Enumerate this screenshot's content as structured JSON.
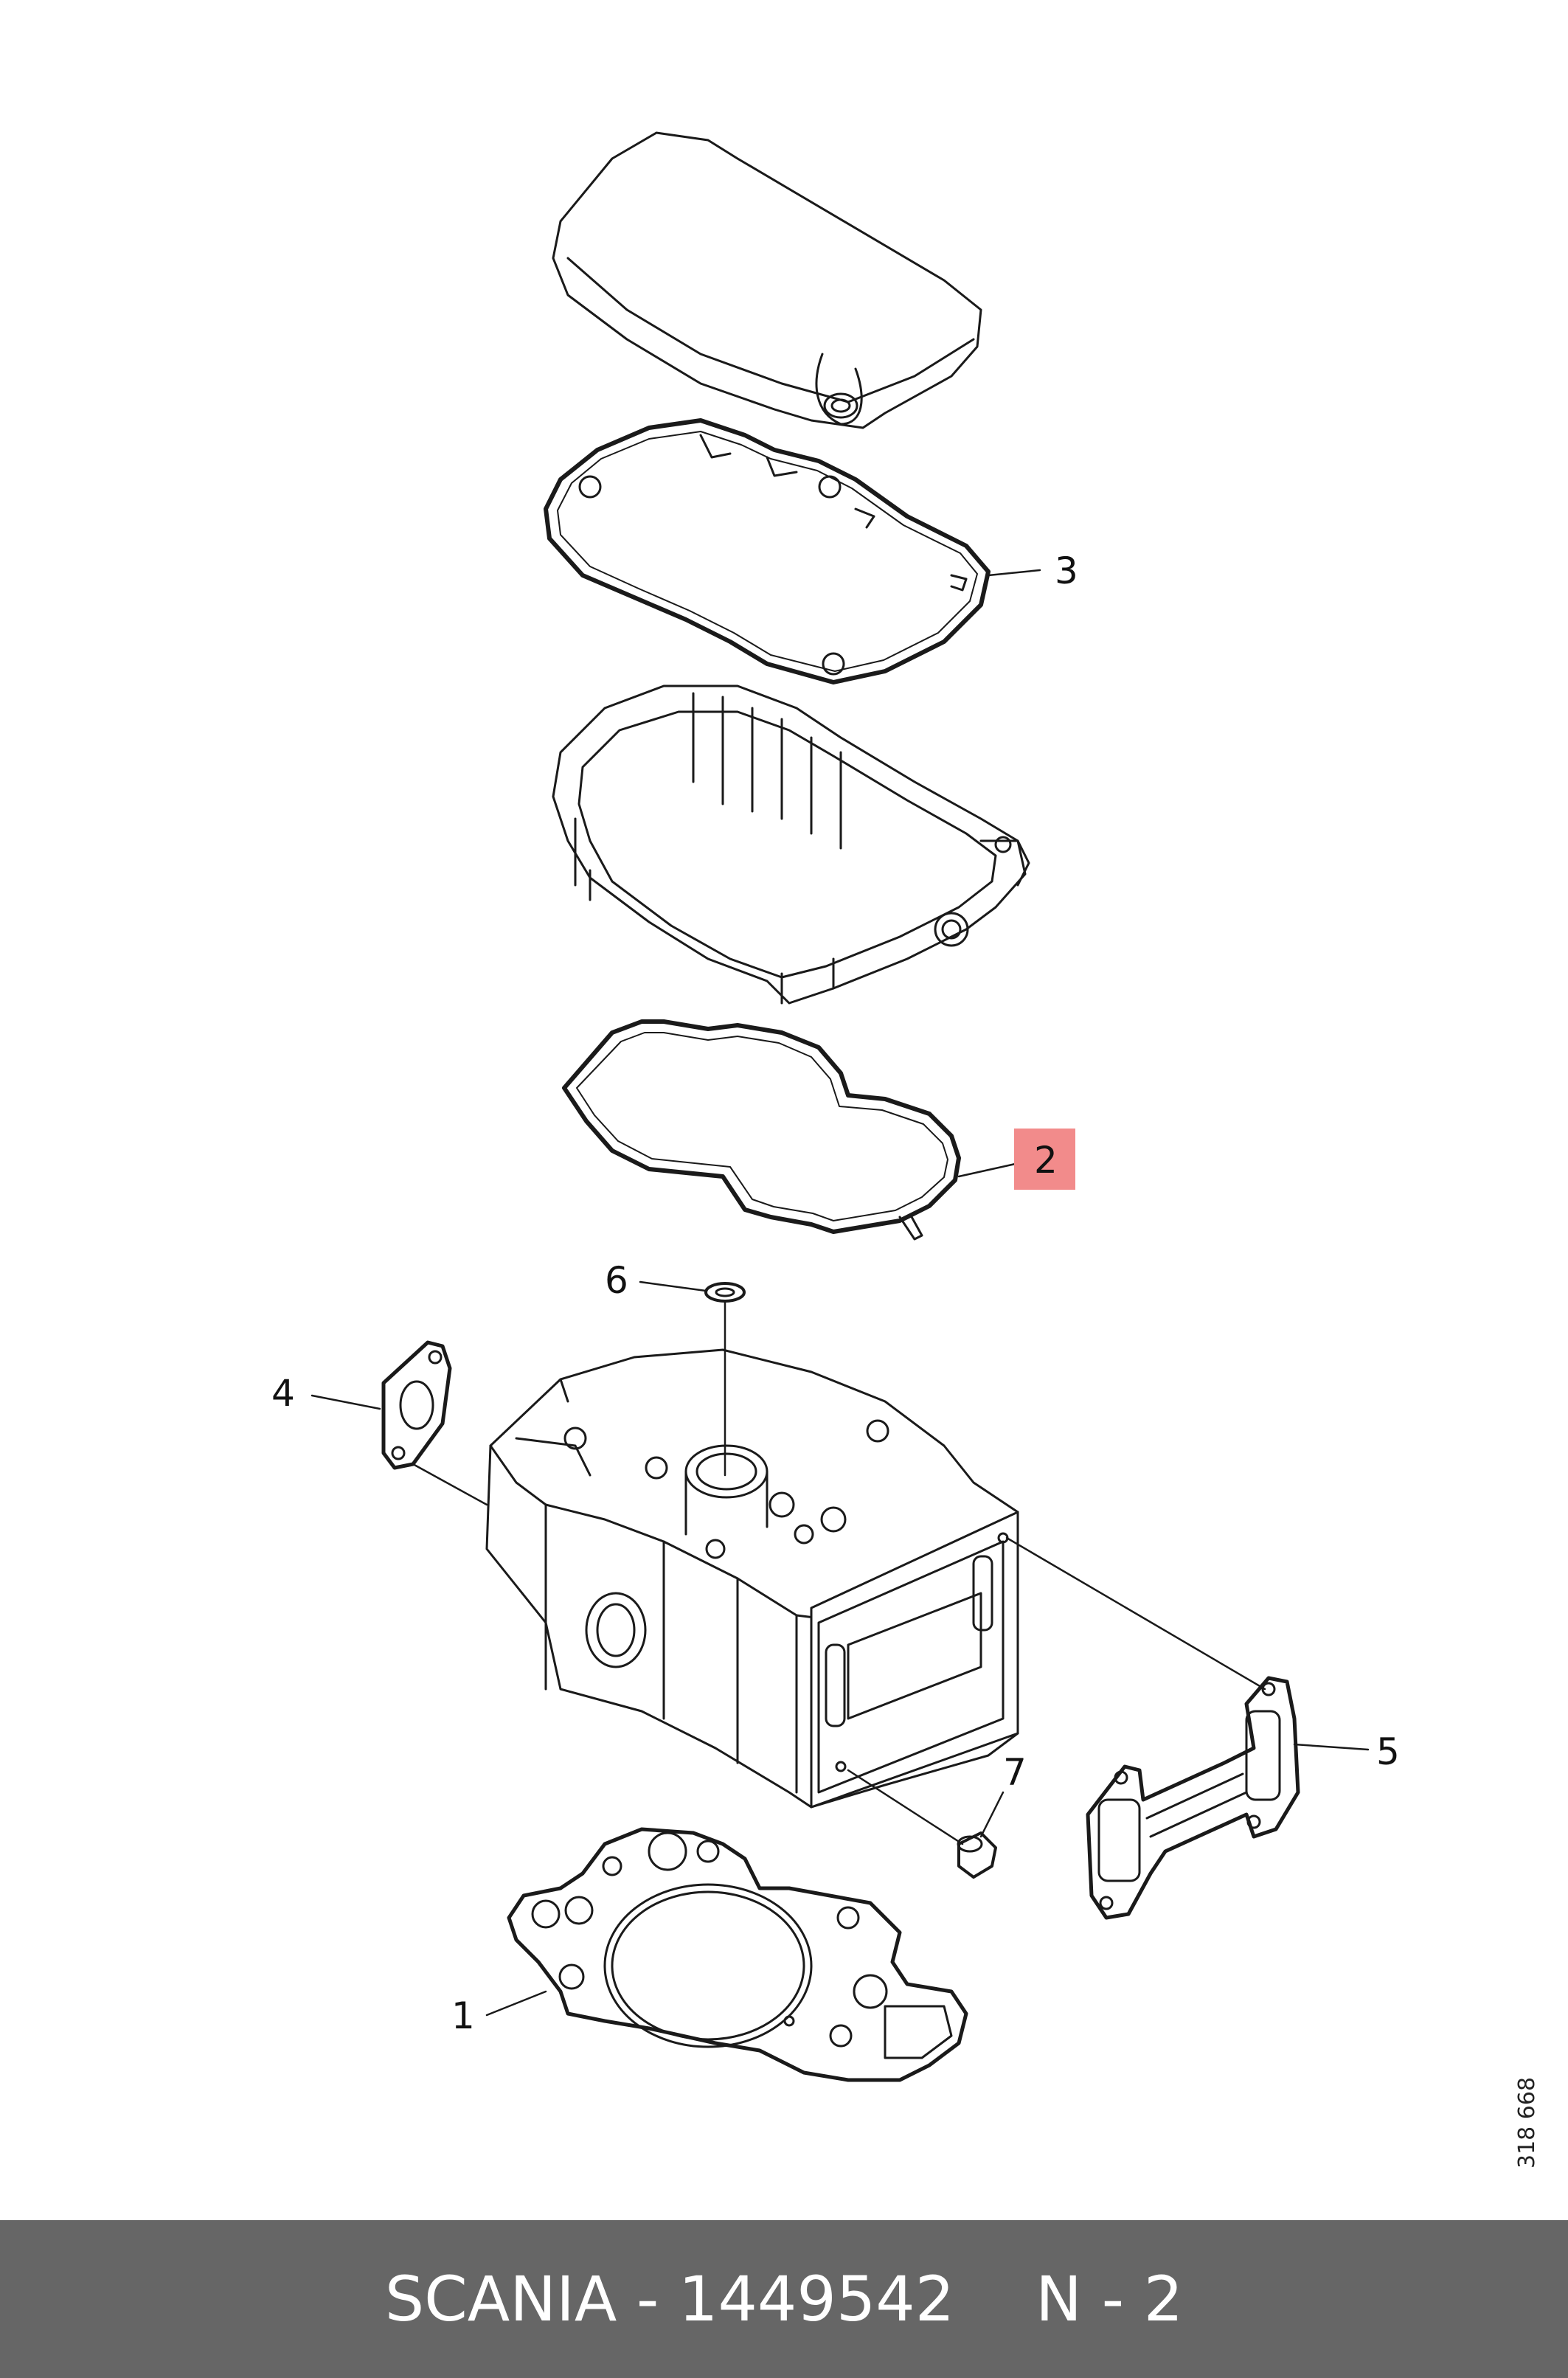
{
  "callouts": [
    {
      "id": "1",
      "label": "1",
      "highlighted": false
    },
    {
      "id": "2",
      "label": "2",
      "highlighted": true
    },
    {
      "id": "3",
      "label": "3",
      "highlighted": false
    },
    {
      "id": "4",
      "label": "4",
      "highlighted": false
    },
    {
      "id": "5",
      "label": "5",
      "highlighted": false
    },
    {
      "id": "6",
      "label": "6",
      "highlighted": false
    },
    {
      "id": "7",
      "label": "7",
      "highlighted": false
    }
  ],
  "highlight_color": "#f28b8b",
  "drawing_number": "318 668",
  "footer": {
    "part_text": "SCANIA - 1449542",
    "position_text": "N - 2",
    "background": "#666666"
  }
}
